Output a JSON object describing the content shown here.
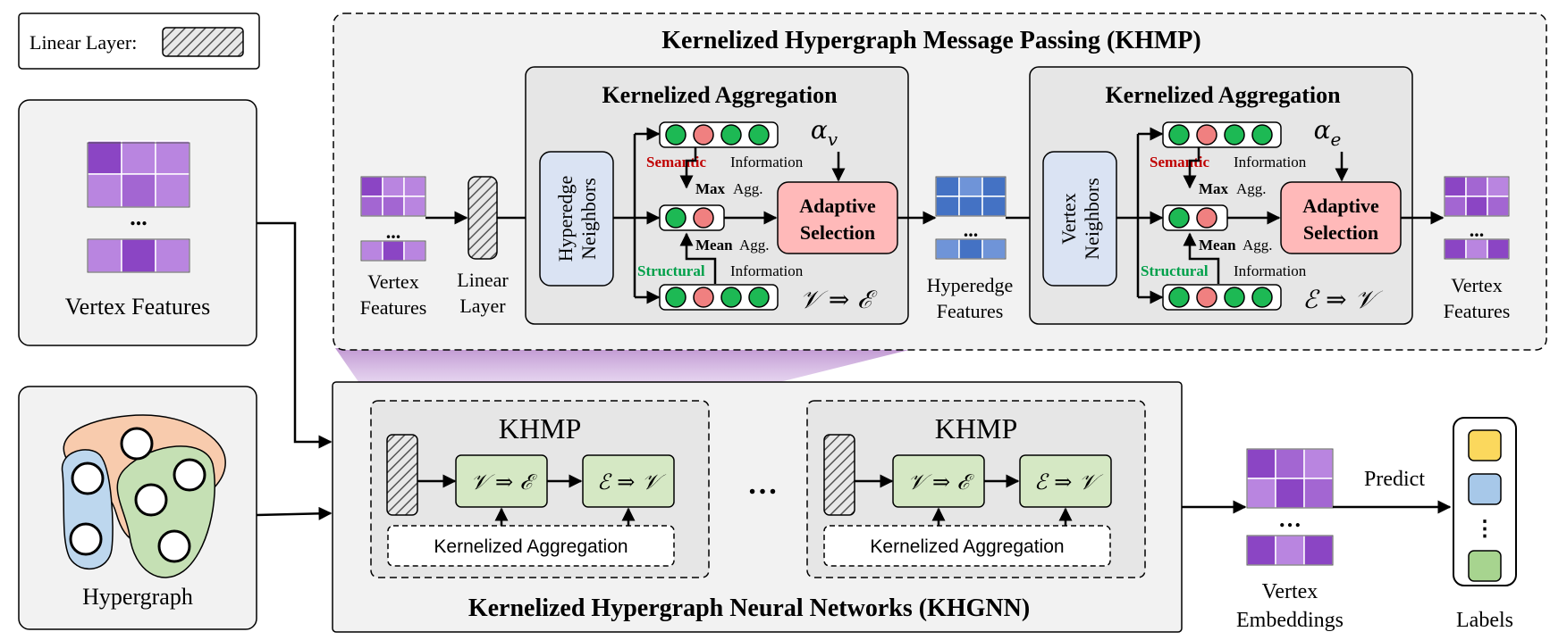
{
  "legend": {
    "label": "Linear Layer:"
  },
  "inputs": {
    "vertex_features_label": "Vertex Features",
    "hypergraph_label": "Hypergraph",
    "ellipsis": "..."
  },
  "khmp_panel": {
    "title": "Kernelized Hypergraph Message Passing (KHMP)",
    "vertex_features_in": [
      "Vertex",
      "Features"
    ],
    "linear_layer": [
      "Linear",
      "Layer"
    ],
    "hyperedge_features": [
      "Hyperedge",
      "Features"
    ],
    "vertex_features_out": [
      "Vertex",
      "Features"
    ],
    "agg_left": {
      "title": "Kernelized Aggregation",
      "neighbors": [
        "Hyperedge",
        "Neighbors"
      ],
      "semantic": "Semantic",
      "information_top": "Information",
      "max": "Max",
      "agg_top": "Agg.",
      "mean": "Mean",
      "agg_bottom": "Agg.",
      "structural": "Structural",
      "information_bottom": "Information",
      "alpha": "α",
      "alpha_sub": "v",
      "adaptive": [
        "Adaptive",
        "Selection"
      ],
      "direction": "𝒱 ⇒ ℰ"
    },
    "agg_right": {
      "title": "Kernelized Aggregation",
      "neighbors": [
        "Vertex",
        "Neighbors"
      ],
      "semantic": "Semantic",
      "information_top": "Information",
      "max": "Max",
      "agg_top": "Agg.",
      "mean": "Mean",
      "agg_bottom": "Agg.",
      "structural": "Structural",
      "information_bottom": "Information",
      "alpha": "α",
      "alpha_sub": "e",
      "adaptive": [
        "Adaptive",
        "Selection"
      ],
      "direction": "ℰ ⇒ 𝒱"
    }
  },
  "khgnn_panel": {
    "title": "Kernelized Hypergraph Neural Networks (KHGNN)",
    "block1": {
      "title": "KHMP",
      "v2e": "𝒱 ⇒ ℰ",
      "e2v": "ℰ ⇒ 𝒱",
      "aggregation": "Kernelized Aggregation"
    },
    "block2": {
      "title": "KHMP",
      "v2e": "𝒱 ⇒ ℰ",
      "e2v": "ℰ ⇒ 𝒱",
      "aggregation": "Kernelized Aggregation"
    },
    "between_dots": "…"
  },
  "outputs": {
    "vertex_embeddings": [
      "Vertex",
      "Embeddings"
    ],
    "predict": "Predict",
    "labels": "Labels",
    "ellipsis": "…",
    "label_colors": [
      "#FBD85D",
      "#A7C8E9",
      "#A7D48F"
    ]
  },
  "colors": {
    "purple_dark": "#8B45C4",
    "purple_mid": "#A366D2",
    "purple_light": "#B985E0",
    "blue": "#4472C4",
    "blue_light": "#6F94D8",
    "node_green": "#1DB954",
    "node_red": "#F08080",
    "adaptive_fill": "#FFB9B9",
    "neighbors_fill": "#DAE3F3",
    "module_fill": "#D5E8C4",
    "semantic_red": "#C00000",
    "structural_green": "#00A04A",
    "panel_gray": "#F2F2F2",
    "agg_gray": "#E6E6E6"
  }
}
